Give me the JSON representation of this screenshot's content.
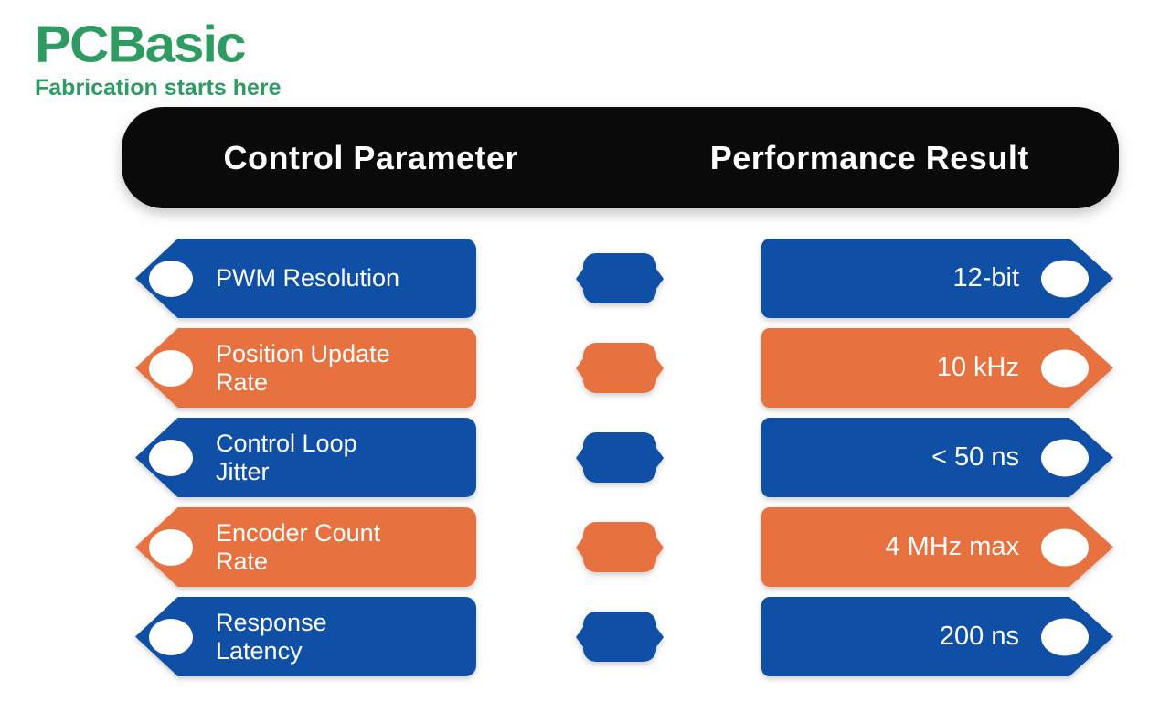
{
  "brand": {
    "name": "PCBasic",
    "tagline": "Fabrication starts here",
    "color": "#2E9B62"
  },
  "header": {
    "col1": "Control Parameter",
    "col2": "Performance Result",
    "bg": "#0B0A0A",
    "text_color": "#FFFFFF"
  },
  "colors": {
    "blue": "#0F4FA5",
    "orange": "#E7713F",
    "background": "#FEFEFE",
    "circle": "#FFFFFF"
  },
  "chart_data": {
    "type": "table",
    "title": "",
    "columns": [
      "Control Parameter",
      "Performance Result"
    ],
    "rows": [
      [
        "PWM Resolution",
        "12-bit"
      ],
      [
        "Position Update Rate",
        "10 kHz"
      ],
      [
        "Control Loop Jitter",
        "< 50 ns"
      ],
      [
        "Encoder Count Rate",
        "4 MHz max"
      ],
      [
        "Response Latency",
        "200 ns"
      ]
    ]
  },
  "rows": [
    {
      "parameter": "PWM Resolution",
      "result": "12-bit",
      "tone": "blue"
    },
    {
      "parameter": "Position Update Rate",
      "result": "10 kHz",
      "tone": "orange"
    },
    {
      "parameter": "Control Loop Jitter",
      "result": "< 50 ns",
      "tone": "blue"
    },
    {
      "parameter": "Encoder Count Rate",
      "result": "4 MHz max",
      "tone": "orange"
    },
    {
      "parameter": "Response Latency",
      "result": "200 ns",
      "tone": "blue"
    }
  ]
}
